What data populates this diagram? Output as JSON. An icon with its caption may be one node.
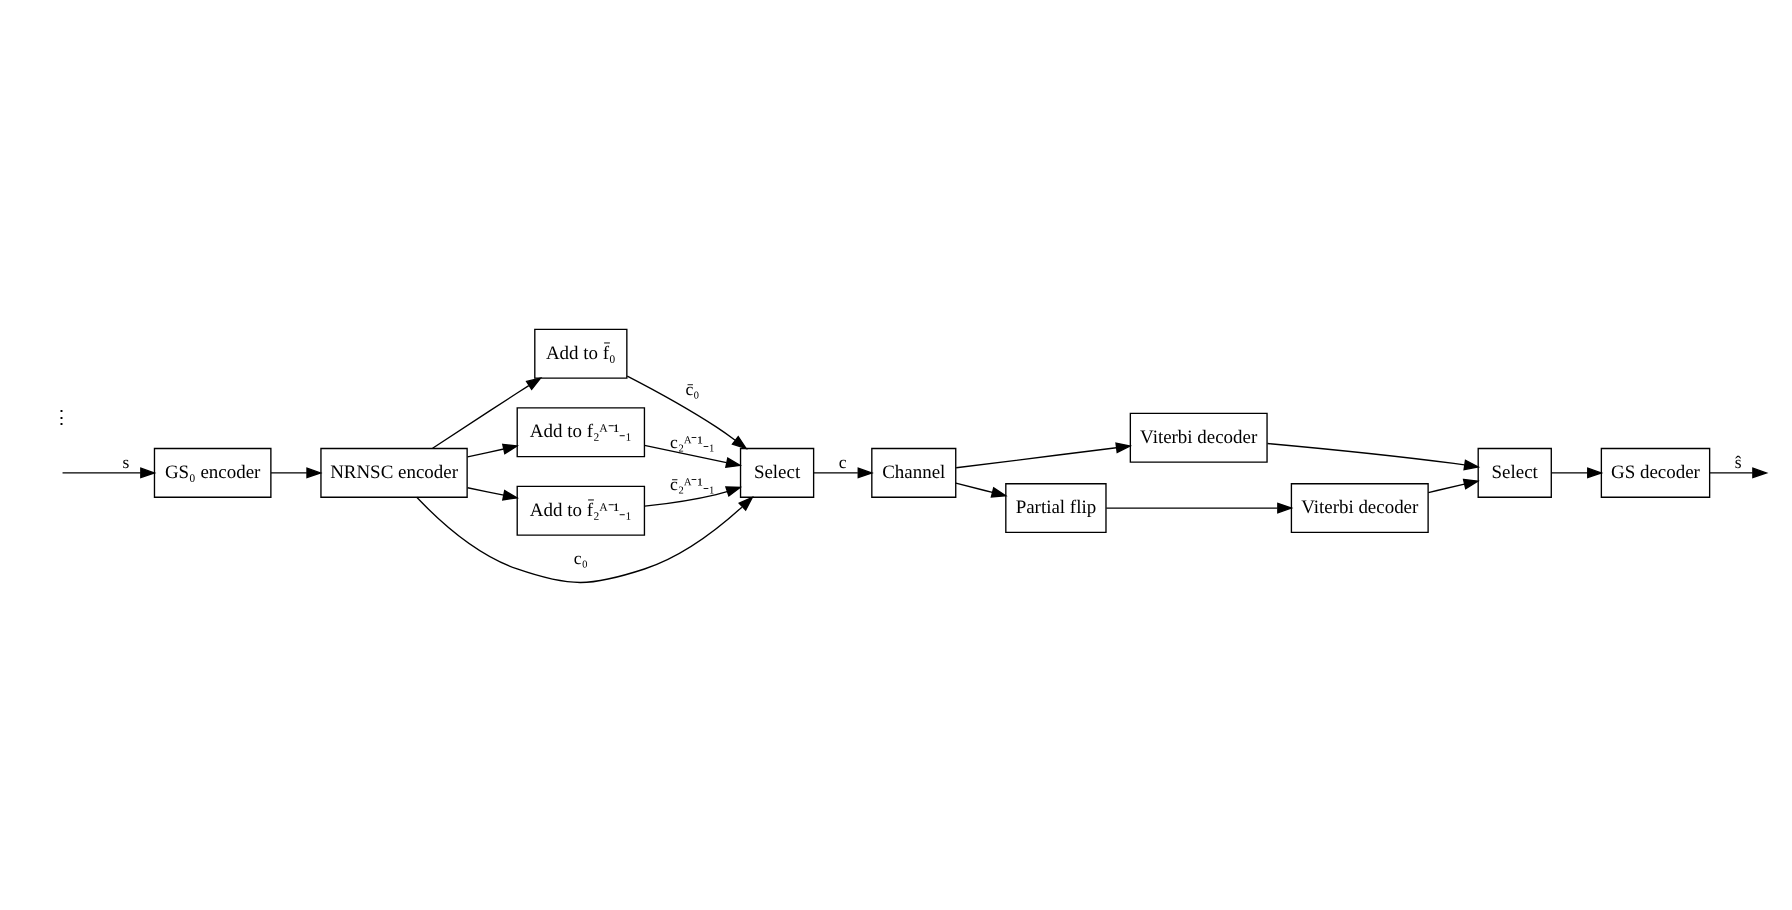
{
  "diagram": {
    "nodes": [
      {
        "text": [
          "GS₀ encoder"
        ]
      },
      {
        "text": [
          "NRNSC encoder"
        ]
      },
      {
        "text": [
          "Add to f̄₀"
        ]
      },
      {
        "text": [
          "Add to f₂ᴬ⁻¹₋₁"
        ]
      },
      {
        "text": [
          "Add to f̄₂ᴬ⁻¹₋₁"
        ]
      },
      {
        "text": [
          "Select"
        ]
      },
      {
        "text": [
          "Channel"
        ]
      },
      {
        "text": [
          "Viterbi decoder"
        ]
      },
      {
        "text": [
          "Partial flip"
        ]
      },
      {
        "text": [
          "Viterbi decoder"
        ]
      },
      {
        "text": [
          "Select"
        ]
      },
      {
        "text": [
          "GS decoder"
        ]
      }
    ],
    "edges": [
      {
        "from": null,
        "to": 0,
        "arrow": "to",
        "label": "s"
      },
      {
        "from": 0,
        "to": 1,
        "arrow": "to"
      },
      {
        "from": 1,
        "to": 5,
        "arrow": "to",
        "label": "c₀"
      },
      {
        "from": 1,
        "to": 2,
        "arrow": "to"
      },
      {
        "from": 1,
        "to": 3,
        "arrow": "to"
      },
      {
        "from": 1,
        "to": 4,
        "arrow": "to"
      },
      {
        "from": 2,
        "to": 5,
        "arrow": "to",
        "label": "c̄₀"
      },
      {
        "from": 3,
        "to": 5,
        "arrow": "to",
        "label": "c₂ᴬ⁻¹₋₁"
      },
      {
        "from": 4,
        "to": 5,
        "arrow": "to",
        "label": "c̄₂ᴬ⁻¹₋₁"
      },
      {
        "from": 5,
        "to": 6,
        "arrow": "to",
        "label": "c"
      },
      {
        "from": 6,
        "to": 7,
        "arrow": "to"
      },
      {
        "from": 6,
        "to": 8,
        "arrow": "to"
      },
      {
        "from": 8,
        "to": 9,
        "arrow": "to"
      },
      {
        "from": 7,
        "to": 10,
        "arrow": "to"
      },
      {
        "from": 9,
        "to": 10,
        "arrow": "to"
      },
      {
        "from": 10,
        "to": 11,
        "arrow": "to"
      },
      {
        "from": 11,
        "to": null,
        "arrow": "to",
        "label": "ŝ"
      }
    ],
    "labels": [
      "⋮"
    ]
  }
}
